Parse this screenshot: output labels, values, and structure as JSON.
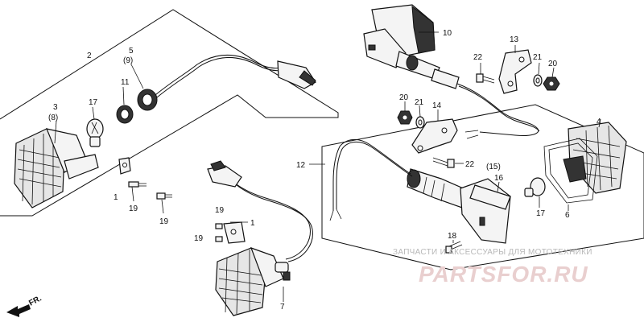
{
  "labels": {
    "l1a": "1",
    "l1b": "1",
    "l2": "2",
    "l3": "3",
    "l3p": "(8)",
    "l4": "4",
    "l5": "5",
    "l5p": "(9)",
    "l6": "6",
    "l7": "7",
    "l10": "10",
    "l11": "11",
    "l12": "12",
    "l13": "13",
    "l14": "14",
    "l15": "(15)",
    "l16": "16",
    "l17a": "17",
    "l17b": "17",
    "l18": "18",
    "l19a": "19",
    "l19b": "19",
    "l19c": "19",
    "l19d": "19",
    "l20a": "20",
    "l20b": "20",
    "l21a": "21",
    "l21b": "21",
    "l22a": "22",
    "l22b": "22"
  },
  "watermark": {
    "top_text": "ЗАПЧАСТИ И АКСЕССУАРЫ ДЛЯ МОТОТЕХНИКИ",
    "logo_text": "PARTSFOR.RU"
  },
  "direction": {
    "label": "FR."
  }
}
